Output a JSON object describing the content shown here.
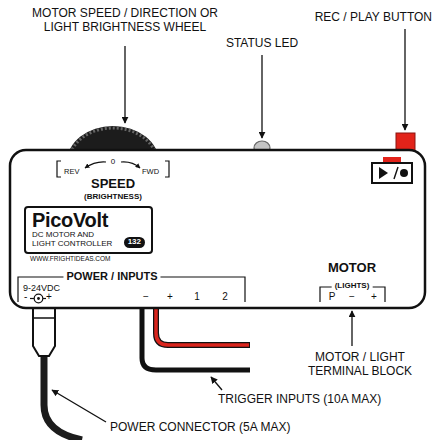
{
  "diagram": {
    "nodes": [
      {
        "text": [
          "PicoVolt",
          "DC MOTOR AND LIGHT CONTROLLER"
        ]
      },
      {
        "text": [
          "132"
        ],
        "in": 0
      }
    ],
    "labels": [
      "MOTOR SPEED / DIRECTION OR LIGHT BRIGHTNESS WHEEL",
      "REC / PLAY BUTTON",
      "STATUS LED",
      "REV",
      "0",
      "FWD",
      "SPEED",
      "(BRIGHTNESS)",
      "WWW.FRIGHTIDEAS.COM",
      "POWER / INPUTS",
      "9-24VDC",
      "-",
      "+",
      "−",
      "+",
      "1",
      "2",
      "MOTOR",
      "(LIGHTS)",
      "P",
      "−",
      "+",
      "MOTOR / LIGHT TERMINAL BLOCK",
      "TRIGGER INPUTS (10A MAX)",
      "POWER CONNECTOR (5A MAX)"
    ]
  }
}
